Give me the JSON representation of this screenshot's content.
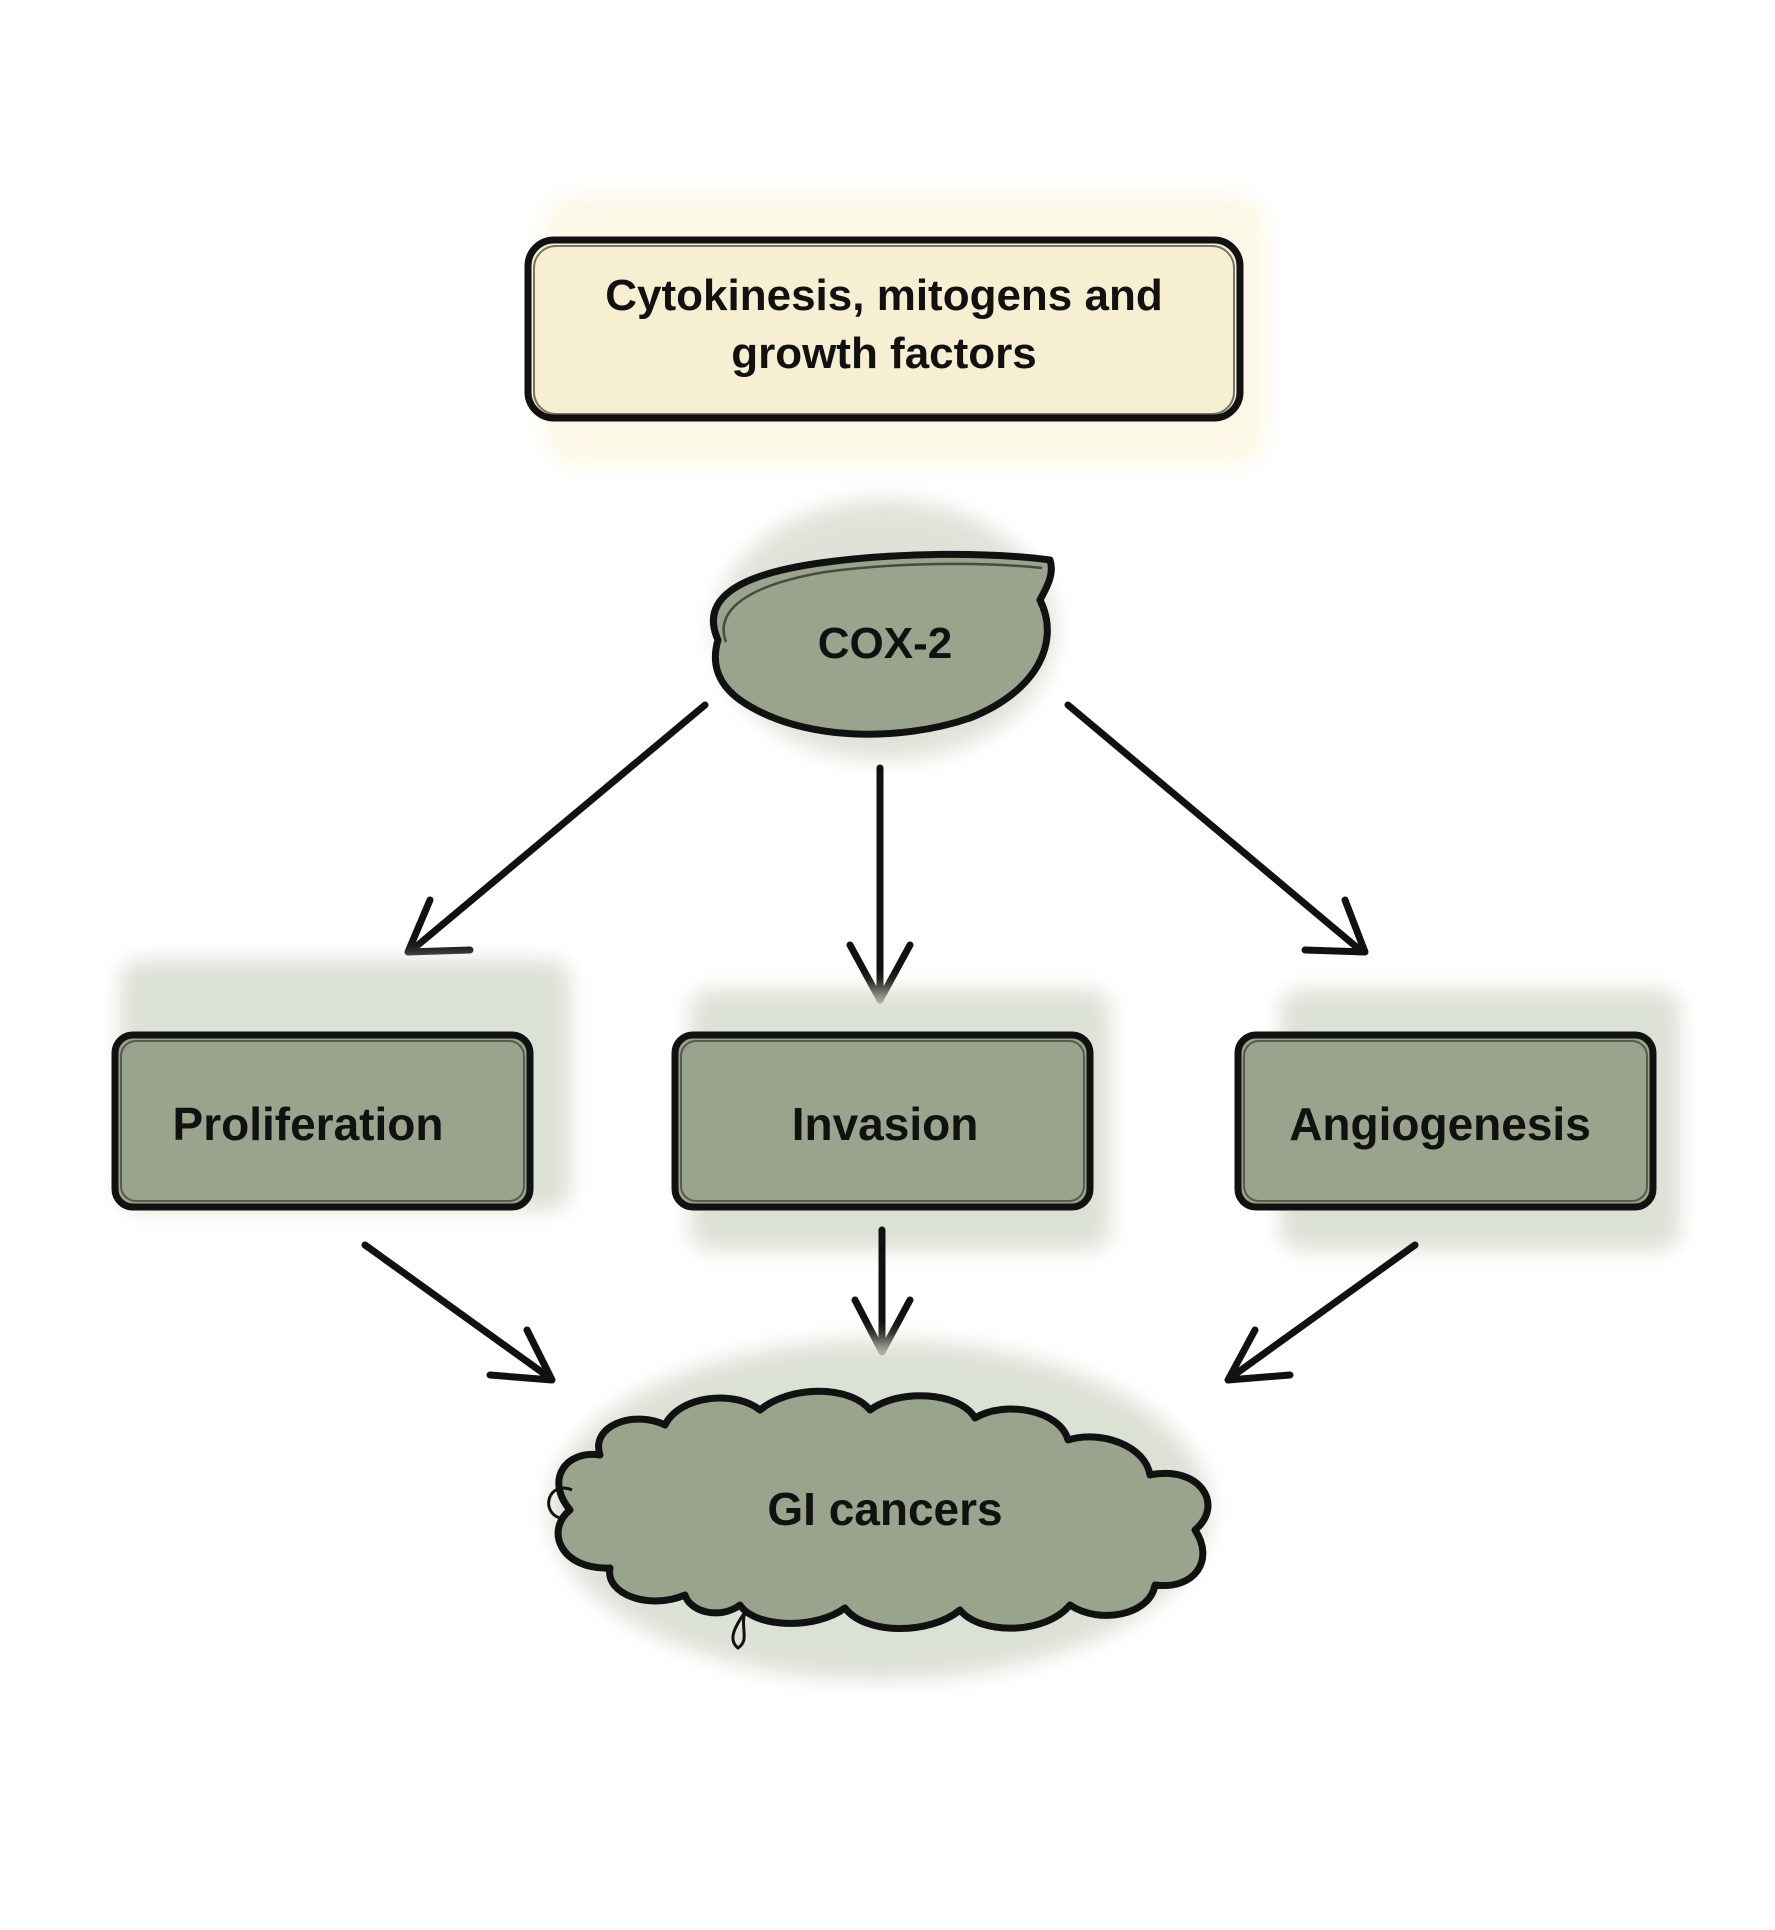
{
  "diagram": {
    "top_box": {
      "line1": "Cytokinesis, mitogens and",
      "line2": "growth factors"
    },
    "enzyme": {
      "label": "COX-2"
    },
    "effects": [
      {
        "label": "Proliferation"
      },
      {
        "label": "Invasion"
      },
      {
        "label": "Angiogenesis"
      }
    ],
    "outcome": {
      "label": "GI cancers"
    }
  },
  "colors": {
    "top_box_fill": "#f7efd2",
    "node_fill": "#9aa38c",
    "node_fill_dark": "#8c957e",
    "wash": "#dfe3d8",
    "stroke": "#111111"
  }
}
